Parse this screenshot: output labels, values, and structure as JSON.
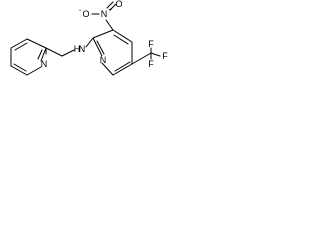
{
  "molecule": {
    "atoms": {
      "o_minus": "O",
      "o_minus_charge": "−",
      "n_nitro": "N",
      "n_nitro_charge": "+",
      "o_double": "O",
      "nh": "N",
      "h": "H",
      "n_pyridine_right": "N",
      "n_pyridine_left": "N",
      "f_top": "F",
      "f_right": "F",
      "f_bottom": "F"
    }
  }
}
